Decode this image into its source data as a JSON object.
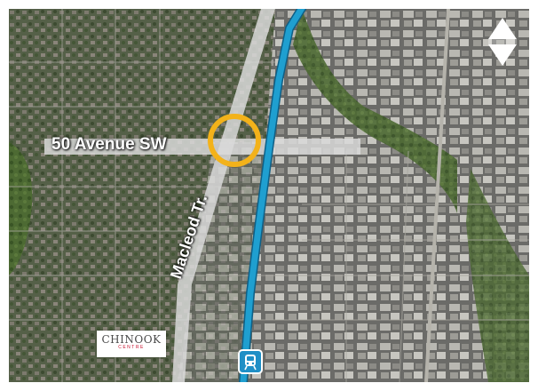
{
  "map": {
    "labels": {
      "avenue": "50 Avenue SW",
      "macleod": "Macleod Tr."
    },
    "logo": {
      "name": "CHINOOK",
      "sub": "CENTRE"
    },
    "icons": {
      "north_arrow": "north-arrow-icon",
      "transit": "lrt-train-icon",
      "highlight": "intersection-circle"
    },
    "colors": {
      "transit_line": "#1f9fd0",
      "highlight_ring": "#f3b21a",
      "road_overlay": "#d9d9d9",
      "logo_accent": "#c8102e"
    }
  }
}
